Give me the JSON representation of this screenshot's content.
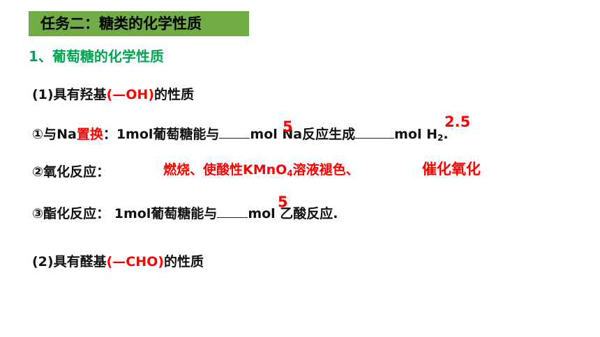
{
  "header": {
    "task_title": "任务二：糖类的化学性质"
  },
  "section1": {
    "title": "1、葡萄糖的化学性质"
  },
  "prop1": {
    "prefix": "(1)具有羟基",
    "group": "(—OH)",
    "suffix": "的性质"
  },
  "item1": {
    "prefix": "①与Na",
    "keyword": "置换",
    "text_a": "：1mol葡萄糖能与",
    "answer_a": "5",
    "text_b": "mol  Na反应生成",
    "answer_b": "2.5",
    "text_c": "mol  H",
    "sub": "2",
    "end": "."
  },
  "item2": {
    "label": "②氧化反应：",
    "answer_a": "燃烧、使酸性KMnO",
    "answer_a_sub": "4",
    "answer_a_end": "溶液褪色、",
    "answer_b": "催化氧化"
  },
  "item3": {
    "label": "③酯化反应：",
    "text_a": "1mol葡萄糖能与",
    "answer": "5",
    "text_b": "mol  乙酸反应."
  },
  "prop2": {
    "prefix": "(2)具有醛基",
    "group": "(—CHO)",
    "suffix": "的性质"
  }
}
